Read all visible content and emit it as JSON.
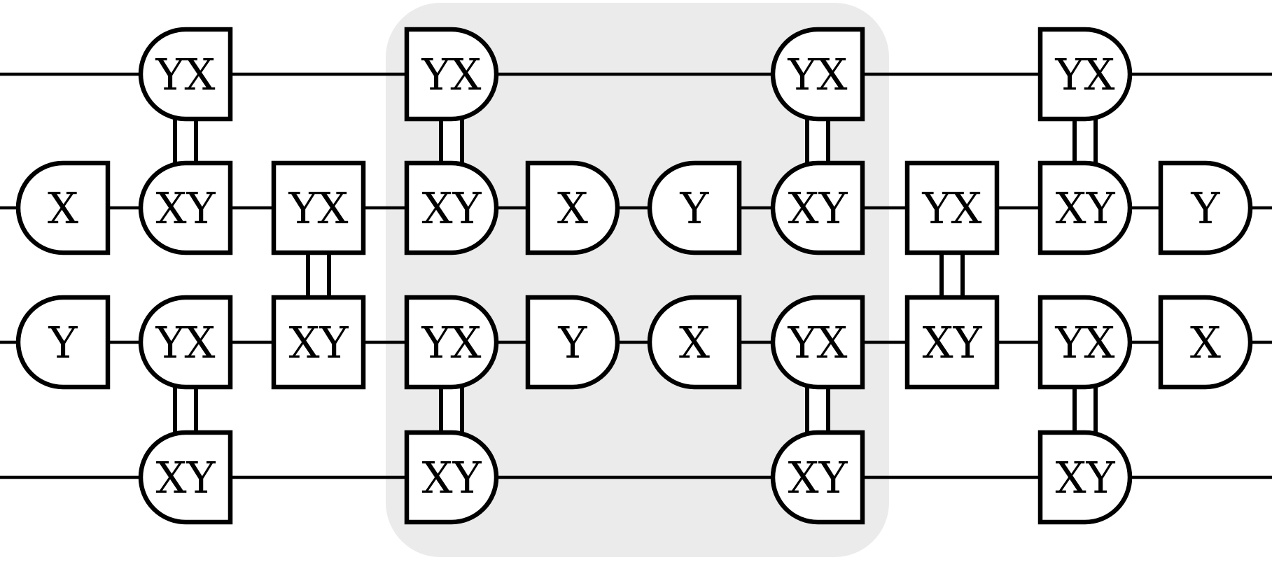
{
  "colors": {
    "background": "#ffffff",
    "ink": "#000000",
    "highlight_region": "#ebebeb"
  },
  "highlight": {
    "from_column": 3,
    "to_column": 6
  },
  "wires": 4,
  "gates": [
    {
      "id": "c1-w0",
      "col": 1,
      "wire": 0,
      "label": "YX",
      "round": "left"
    },
    {
      "id": "c1-w1",
      "col": 1,
      "wire": 1,
      "label": "XY",
      "round": "left"
    },
    {
      "id": "c1-w2",
      "col": 1,
      "wire": 2,
      "label": "YX",
      "round": "left"
    },
    {
      "id": "c1-w3",
      "col": 1,
      "wire": 3,
      "label": "XY",
      "round": "left"
    },
    {
      "id": "c0-w1",
      "col": 0,
      "wire": 1,
      "label": "X",
      "round": "left"
    },
    {
      "id": "c0-w2",
      "col": 0,
      "wire": 2,
      "label": "Y",
      "round": "left"
    },
    {
      "id": "c2-w1",
      "col": 2,
      "wire": 1,
      "label": "YX",
      "round": "none"
    },
    {
      "id": "c2-w2",
      "col": 2,
      "wire": 2,
      "label": "XY",
      "round": "none"
    },
    {
      "id": "c3-w0",
      "col": 3,
      "wire": 0,
      "label": "YX",
      "round": "right"
    },
    {
      "id": "c3-w1",
      "col": 3,
      "wire": 1,
      "label": "XY",
      "round": "right"
    },
    {
      "id": "c3-w2",
      "col": 3,
      "wire": 2,
      "label": "YX",
      "round": "right"
    },
    {
      "id": "c3-w3",
      "col": 3,
      "wire": 3,
      "label": "XY",
      "round": "right"
    },
    {
      "id": "c4-w1",
      "col": 4,
      "wire": 1,
      "label": "X",
      "round": "right"
    },
    {
      "id": "c4-w2",
      "col": 4,
      "wire": 2,
      "label": "Y",
      "round": "right"
    },
    {
      "id": "c5-w1",
      "col": 5,
      "wire": 1,
      "label": "Y",
      "round": "left"
    },
    {
      "id": "c5-w2",
      "col": 5,
      "wire": 2,
      "label": "X",
      "round": "left"
    },
    {
      "id": "c6-w0",
      "col": 6,
      "wire": 0,
      "label": "YX",
      "round": "left"
    },
    {
      "id": "c6-w1",
      "col": 6,
      "wire": 1,
      "label": "XY",
      "round": "left"
    },
    {
      "id": "c6-w2",
      "col": 6,
      "wire": 2,
      "label": "YX",
      "round": "left"
    },
    {
      "id": "c6-w3",
      "col": 6,
      "wire": 3,
      "label": "XY",
      "round": "left"
    },
    {
      "id": "c7-w1",
      "col": 7,
      "wire": 1,
      "label": "YX",
      "round": "none"
    },
    {
      "id": "c7-w2",
      "col": 7,
      "wire": 2,
      "label": "XY",
      "round": "none"
    },
    {
      "id": "c8-w0",
      "col": 8,
      "wire": 0,
      "label": "YX",
      "round": "right"
    },
    {
      "id": "c8-w1",
      "col": 8,
      "wire": 1,
      "label": "XY",
      "round": "right"
    },
    {
      "id": "c8-w2",
      "col": 8,
      "wire": 2,
      "label": "YX",
      "round": "right"
    },
    {
      "id": "c8-w3",
      "col": 8,
      "wire": 3,
      "label": "XY",
      "round": "right"
    },
    {
      "id": "c9-w1",
      "col": 9,
      "wire": 1,
      "label": "Y",
      "round": "right"
    },
    {
      "id": "c9-w2",
      "col": 9,
      "wire": 2,
      "label": "X",
      "round": "right"
    }
  ],
  "couplings": [
    {
      "col": 1,
      "from_wire": 0,
      "to_wire": 1
    },
    {
      "col": 1,
      "from_wire": 2,
      "to_wire": 3
    },
    {
      "col": 2,
      "from_wire": 1,
      "to_wire": 2
    },
    {
      "col": 3,
      "from_wire": 0,
      "to_wire": 1
    },
    {
      "col": 3,
      "from_wire": 2,
      "to_wire": 3
    },
    {
      "col": 6,
      "from_wire": 0,
      "to_wire": 1
    },
    {
      "col": 6,
      "from_wire": 2,
      "to_wire": 3
    },
    {
      "col": 7,
      "from_wire": 1,
      "to_wire": 2
    },
    {
      "col": 8,
      "from_wire": 0,
      "to_wire": 1
    },
    {
      "col": 8,
      "from_wire": 2,
      "to_wire": 3
    }
  ]
}
